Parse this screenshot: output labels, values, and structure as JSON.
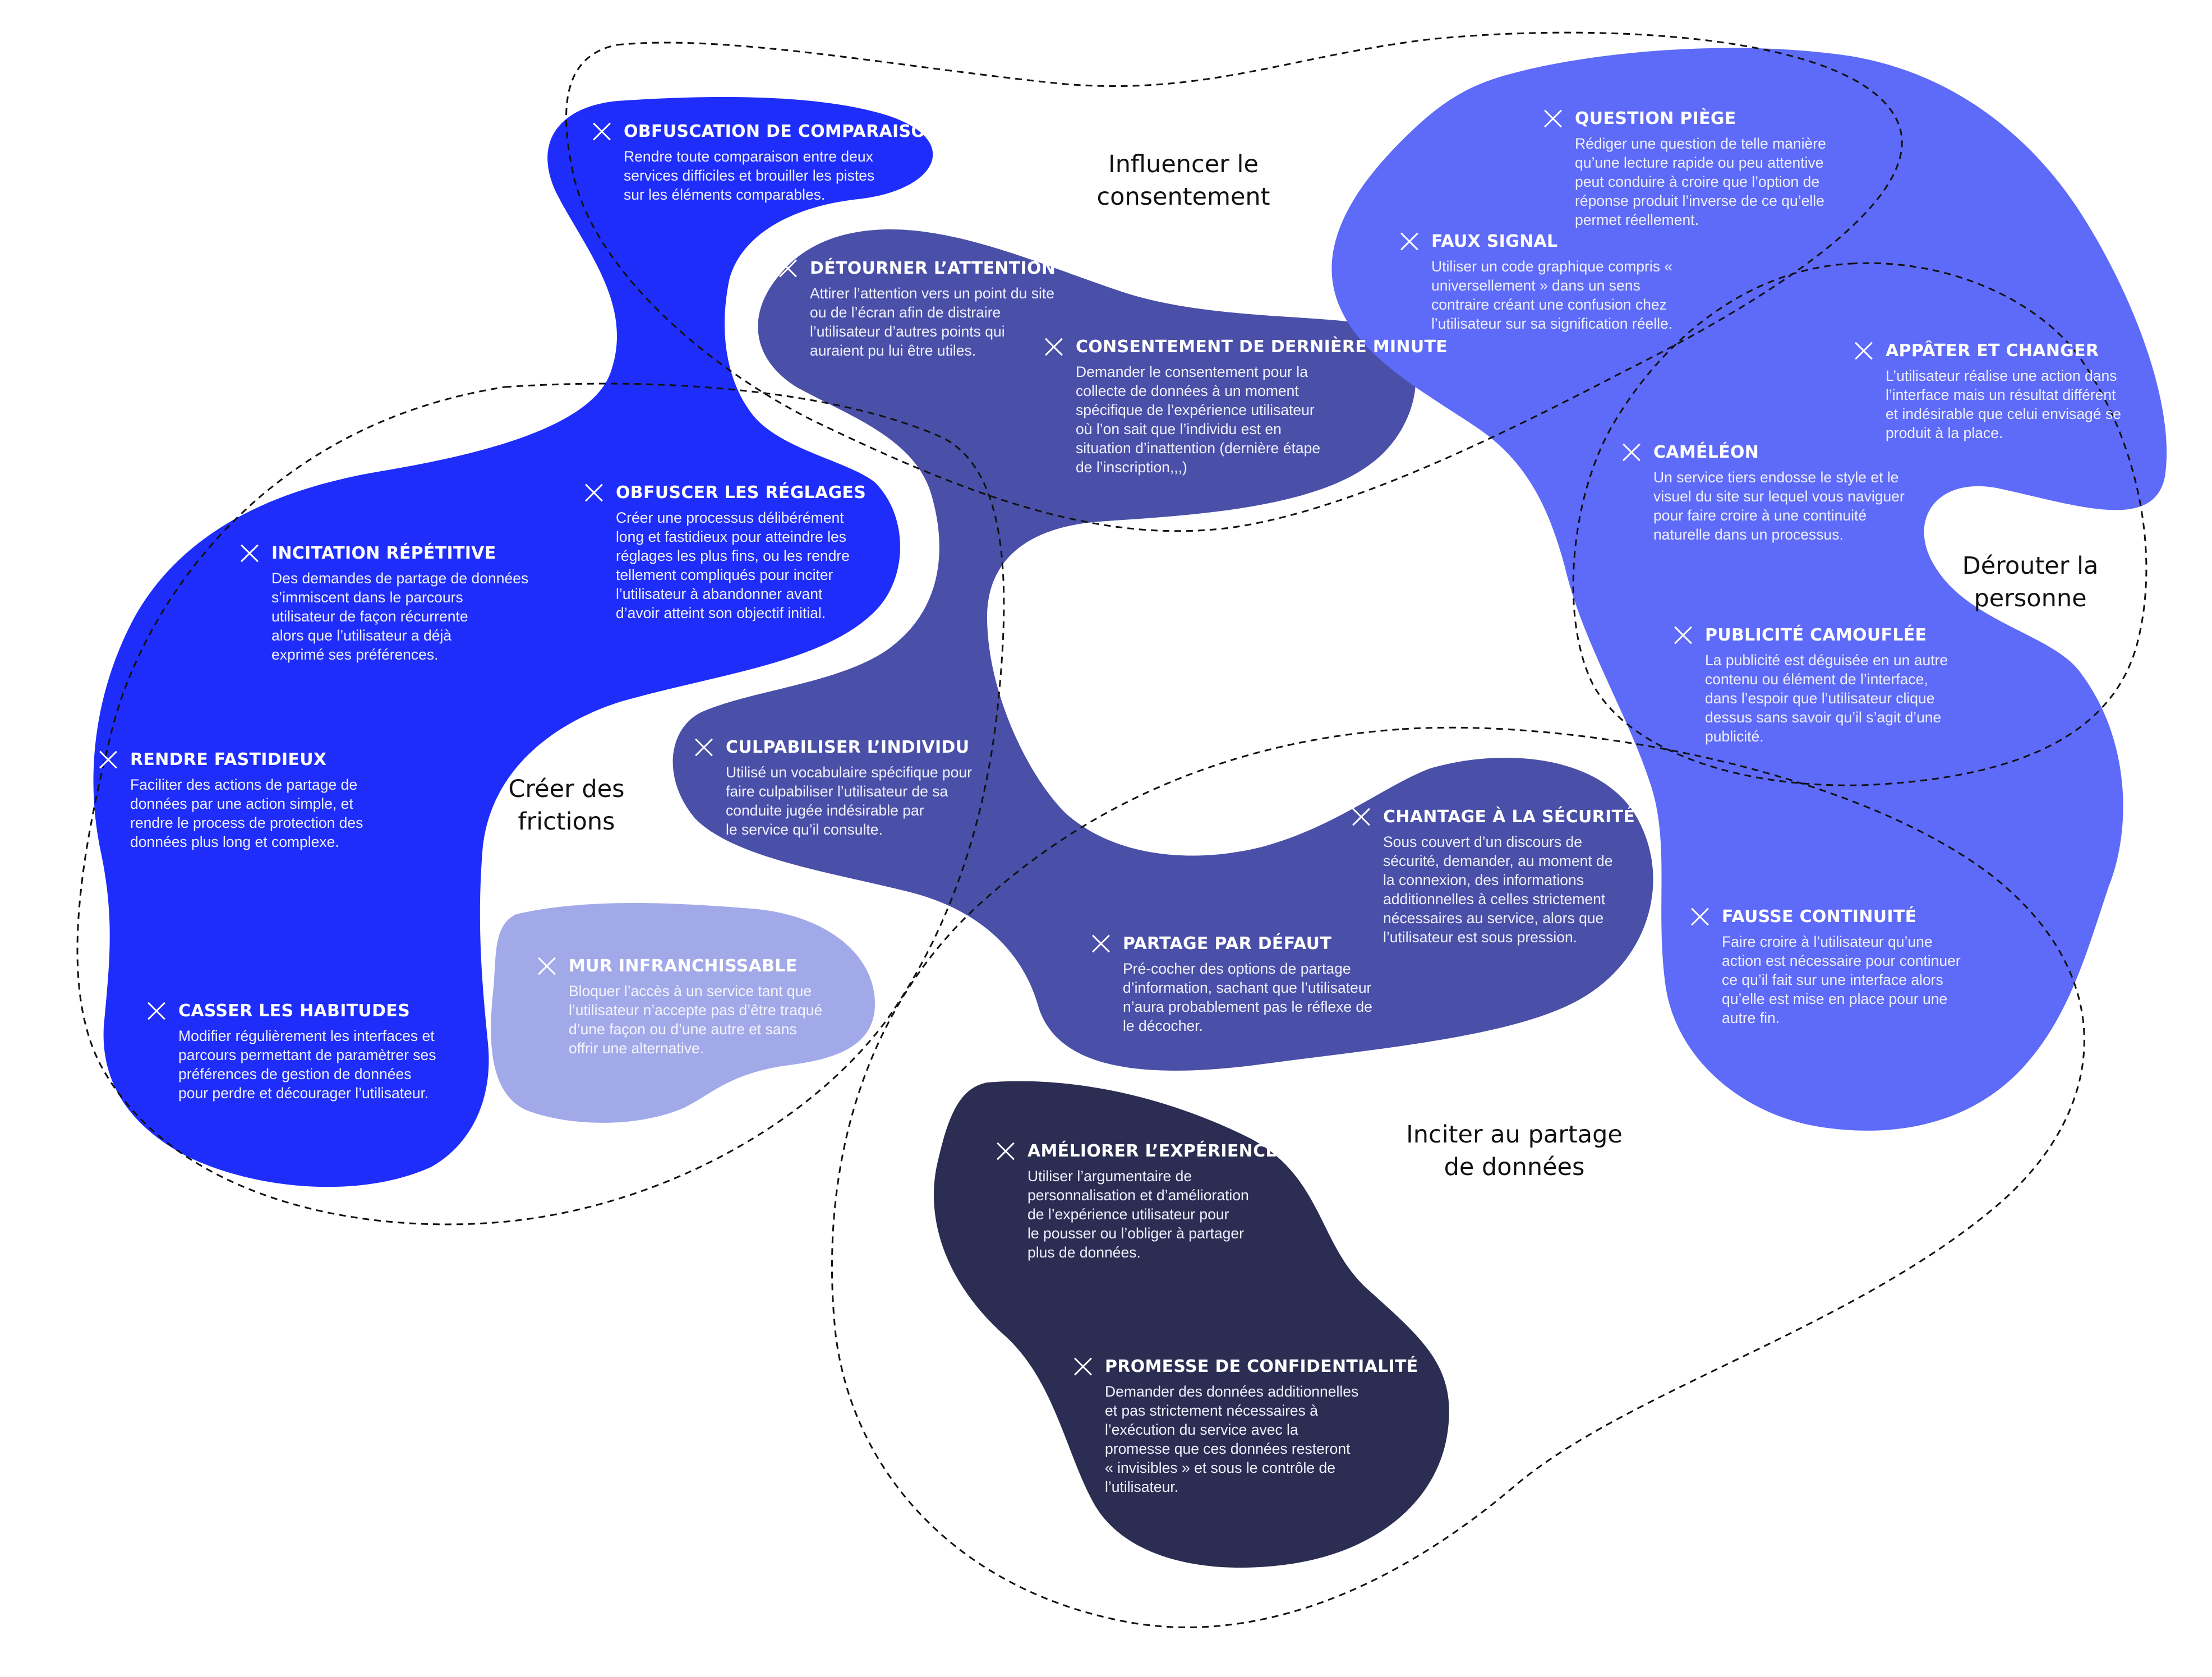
{
  "colors": {
    "friction_blue": "#1f2dfa",
    "consent_indigo": "#4a4fa8",
    "misdirect_periwinkle": "#5e6af8",
    "wall_lavender": "#a2a9e9",
    "data_navy": "#2b2d52",
    "background": "#ffffff",
    "dashed_outline": "#111111"
  },
  "categories": [
    {
      "id": "influencer",
      "label": "Influencer le\nconsentement"
    },
    {
      "id": "friction",
      "label": "Créer des\nfrictions"
    },
    {
      "id": "derouter",
      "label": "Dérouter la\npersonne"
    },
    {
      "id": "inciter",
      "label": "Inciter au partage\nde données"
    }
  ],
  "items": [
    {
      "icon": "cross-icon",
      "title": "OBFUSCATION DE COMPARAISON",
      "description": "Rendre toute comparaison entre deux\nservices difficiles et brouiller les pistes\nsur les éléments comparables."
    },
    {
      "icon": "cross-icon",
      "title": "DÉTOURNER L’ATTENTION",
      "description": "Attirer l’attention vers un point du site\nou de l’écran afin de distraire\nl’utilisateur  d’autres points qui\nauraient pu lui être utiles."
    },
    {
      "icon": "cross-icon",
      "title": "CONSENTEMENT DE DERNIÈRE MINUTE",
      "description": "Demander le consentement pour la\ncollecte de données à un moment\nspécifique de l’expérience utilisateur\noù l’on sait que l’individu est en\nsituation d’inattention (dernière étape\nde l’inscription,,,)"
    },
    {
      "icon": "cross-icon",
      "title": "QUESTION PIÈGE",
      "description": "Rédiger une question de telle manière\nqu’une lecture rapide ou peu attentive\npeut conduire à croire que l’option de\nréponse produit l’inverse de ce qu’elle\npermet réellement."
    },
    {
      "icon": "cross-icon",
      "title": "FAUX SIGNAL",
      "description": "Utiliser un code graphique compris «\nuniversellement » dans un sens\ncontraire créant une confusion chez\nl’utilisateur sur sa signification réelle."
    },
    {
      "icon": "cross-icon",
      "title": "APPÂTER ET CHANGER",
      "description": "L’utilisateur réalise une action dans\nl’interface mais un résultat différent\net indésirable que celui envisagé se\nproduit à la place."
    },
    {
      "icon": "cross-icon",
      "title": "CAMÉLÉON",
      "description": "Un service tiers endosse le style et le\nvisuel du site sur lequel vous naviguer\npour faire croire à une continuité\nnaturelle dans un processus."
    },
    {
      "icon": "cross-icon",
      "title": "PUBLICITÉ CAMOUFLÉE",
      "description": "La publicité est déguisée en un autre\ncontenu ou élément de l’interface,\ndans l’espoir que l’utilisateur clique\ndessus sans savoir qu’il s’agit d’une\npublicité."
    },
    {
      "icon": "cross-icon",
      "title": "OBFUSCER LES RÉGLAGES",
      "description": "Créer une processus délibérément\nlong et fastidieux pour atteindre les\nréglages les plus fins, ou les rendre\ntellement compliqués pour inciter\nl’utilisateur à abandonner avant\nd’avoir atteint son objectif initial."
    },
    {
      "icon": "cross-icon",
      "title": "INCITATION RÉPÉTITIVE",
      "description": "Des demandes de partage de données\ns’immiscent dans le parcours\nutilisateur de façon récurrente\nalors que l’utilisateur a déjà\nexprimé ses préférences."
    },
    {
      "icon": "cross-icon",
      "title": "RENDRE FASTIDIEUX",
      "description": "Faciliter des actions de partage de\ndonnées par une action simple, et\nrendre le process de protection des\ndonnées plus long et complexe."
    },
    {
      "icon": "cross-icon",
      "title": "CASSER LES HABITUDES",
      "description": "Modifier régulièrement les interfaces et\nparcours permettant de paramètrer ses\npréférences de gestion de données\npour perdre et décourager l’utilisateur."
    },
    {
      "icon": "cross-icon",
      "title": "MUR INFRANCHISSABLE",
      "description": "Bloquer l’accès à un service tant que\nl’utilisateur n’accepte pas d’être traqué\nd’une façon ou d’une autre et sans\noffrir une alternative."
    },
    {
      "icon": "cross-icon",
      "title": "CULPABILISER L’INDIVIDU",
      "description": "Utilisé un vocabulaire spécifique pour\nfaire culpabiliser l’utilisateur de sa\nconduite jugée indésirable par\nle service qu’il consulte."
    },
    {
      "icon": "cross-icon",
      "title": "CHANTAGE À LA SÉCURITÉ",
      "description": "Sous couvert d’un discours de\nsécurité, demander, au moment de\nla connexion, des  informations\nadditionnelles à celles strictement\nnécessaires au service, alors que\nl’utilisateur est sous pression."
    },
    {
      "icon": "cross-icon",
      "title": "PARTAGE PAR DÉFAUT",
      "description": "Pré-cocher des options de partage\nd’information, sachant que l’utilisateur\nn’aura probablement pas le réflexe de\nle décocher."
    },
    {
      "icon": "cross-icon",
      "title": "FAUSSE CONTINUITÉ",
      "description": "Faire croire à l’utilisateur qu’une\naction est nécessaire pour continuer\nce qu’il fait sur une interface alors\nqu’elle est mise en place pour une\nautre fin."
    },
    {
      "icon": "cross-icon",
      "title": "AMÉLIORER L’EXPÉRIENCE",
      "description": "Utiliser l’argumentaire de\npersonnalisation et d’amélioration\nde l’expérience utilisateur pour\nle pousser ou l’obliger à partager\nplus de données."
    },
    {
      "icon": "cross-icon",
      "title": "PROMESSE DE CONFIDENTIALITÉ",
      "description": "Demander des données additionnelles\net pas strictement nécessaires à\nl’exécution du service avec la\npromesse que ces données resteront\n« invisibles » et sous le contrôle de\nl’utilisateur."
    }
  ]
}
